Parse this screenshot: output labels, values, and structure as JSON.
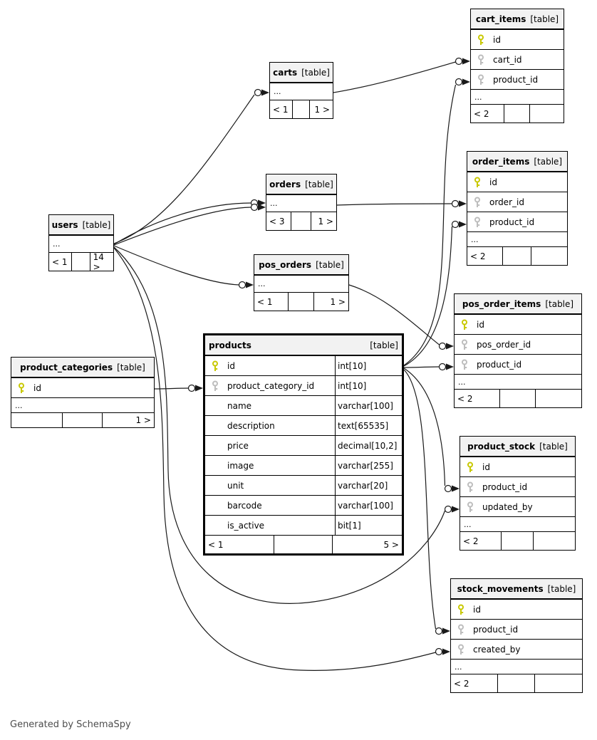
{
  "note": "Generated by SchemaSpy",
  "colors": {
    "primary_key": "#c8c800",
    "foreign_key": "#bdbdbd",
    "header_bg": "#f2f2f2",
    "border": "#000000",
    "note_text": "#4d4d4d"
  },
  "tables": {
    "cart_items": {
      "name": "cart_items",
      "tag": "[table]",
      "ellipsis": "...",
      "columns": [
        {
          "name": "id",
          "key": "pk"
        },
        {
          "name": "cart_id",
          "key": "fk"
        },
        {
          "name": "product_id",
          "key": "fk"
        }
      ],
      "footer": {
        "left": "< 2",
        "mid": "",
        "right": ""
      }
    },
    "carts": {
      "name": "carts",
      "tag": "[table]",
      "ellipsis": "...",
      "columns": [],
      "footer": {
        "left": "< 1",
        "mid": "",
        "right": "1 >"
      }
    },
    "order_items": {
      "name": "order_items",
      "tag": "[table]",
      "ellipsis": "...",
      "columns": [
        {
          "name": "id",
          "key": "pk"
        },
        {
          "name": "order_id",
          "key": "fk"
        },
        {
          "name": "product_id",
          "key": "fk"
        }
      ],
      "footer": {
        "left": "< 2",
        "mid": "",
        "right": ""
      }
    },
    "orders": {
      "name": "orders",
      "tag": "[table]",
      "ellipsis": "...",
      "columns": [],
      "footer": {
        "left": "< 3",
        "mid": "",
        "right": "1 >"
      }
    },
    "users": {
      "name": "users",
      "tag": "[table]",
      "ellipsis": "...",
      "columns": [],
      "footer": {
        "left": "< 1",
        "mid": "",
        "right": "14 >"
      }
    },
    "pos_orders": {
      "name": "pos_orders",
      "tag": "[table]",
      "ellipsis": "...",
      "columns": [],
      "footer": {
        "left": "< 1",
        "mid": "",
        "right": "1 >"
      }
    },
    "pos_order_items": {
      "name": "pos_order_items",
      "tag": "[table]",
      "ellipsis": "...",
      "columns": [
        {
          "name": "id",
          "key": "pk"
        },
        {
          "name": "pos_order_id",
          "key": "fk"
        },
        {
          "name": "product_id",
          "key": "fk"
        }
      ],
      "footer": {
        "left": "< 2",
        "mid": "",
        "right": ""
      }
    },
    "products": {
      "name": "products",
      "tag": "[table]",
      "ellipsis": "",
      "columns": [
        {
          "name": "id",
          "type": "int[10]",
          "key": "pk"
        },
        {
          "name": "product_category_id",
          "type": "int[10]",
          "key": "fk"
        },
        {
          "name": "name",
          "type": "varchar[100]"
        },
        {
          "name": "description",
          "type": "text[65535]"
        },
        {
          "name": "price",
          "type": "decimal[10,2]"
        },
        {
          "name": "image",
          "type": "varchar[255]"
        },
        {
          "name": "unit",
          "type": "varchar[20]"
        },
        {
          "name": "barcode",
          "type": "varchar[100]"
        },
        {
          "name": "is_active",
          "type": "bit[1]"
        }
      ],
      "footer": {
        "left": "< 1",
        "mid": "",
        "right": "5 >"
      }
    },
    "product_categories": {
      "name": "product_categories",
      "tag": "[table]",
      "ellipsis": "...",
      "columns": [
        {
          "name": "id",
          "key": "pk"
        }
      ],
      "footer": {
        "left": "",
        "mid": "",
        "right": "1 >"
      }
    },
    "product_stock": {
      "name": "product_stock",
      "tag": "[table]",
      "ellipsis": "...",
      "columns": [
        {
          "name": "id",
          "key": "pk"
        },
        {
          "name": "product_id",
          "key": "fk"
        },
        {
          "name": "updated_by",
          "key": "fk"
        }
      ],
      "footer": {
        "left": "< 2",
        "mid": "",
        "right": ""
      }
    },
    "stock_movements": {
      "name": "stock_movements",
      "tag": "[table]",
      "ellipsis": "...",
      "columns": [
        {
          "name": "id",
          "key": "pk"
        },
        {
          "name": "product_id",
          "key": "fk"
        },
        {
          "name": "created_by",
          "key": "fk"
        }
      ],
      "footer": {
        "left": "< 2",
        "mid": "",
        "right": ""
      }
    }
  },
  "relationships": [
    {
      "parent": "users",
      "child": "carts"
    },
    {
      "parent": "users",
      "child": "orders"
    },
    {
      "parent": "users",
      "child": "orders"
    },
    {
      "parent": "users",
      "child": "pos_orders"
    },
    {
      "parent": "users",
      "child": "product_stock.updated_by"
    },
    {
      "parent": "users",
      "child": "stock_movements.created_by"
    },
    {
      "parent": "carts",
      "child": "cart_items.cart_id"
    },
    {
      "parent": "products",
      "child": "cart_items.product_id"
    },
    {
      "parent": "orders",
      "child": "order_items.order_id"
    },
    {
      "parent": "products",
      "child": "order_items.product_id"
    },
    {
      "parent": "pos_orders",
      "child": "pos_order_items.pos_order_id"
    },
    {
      "parent": "products",
      "child": "pos_order_items.product_id"
    },
    {
      "parent": "product_categories",
      "child": "products.product_category_id"
    },
    {
      "parent": "products",
      "child": "product_stock.product_id"
    },
    {
      "parent": "products",
      "child": "stock_movements.product_id"
    }
  ]
}
